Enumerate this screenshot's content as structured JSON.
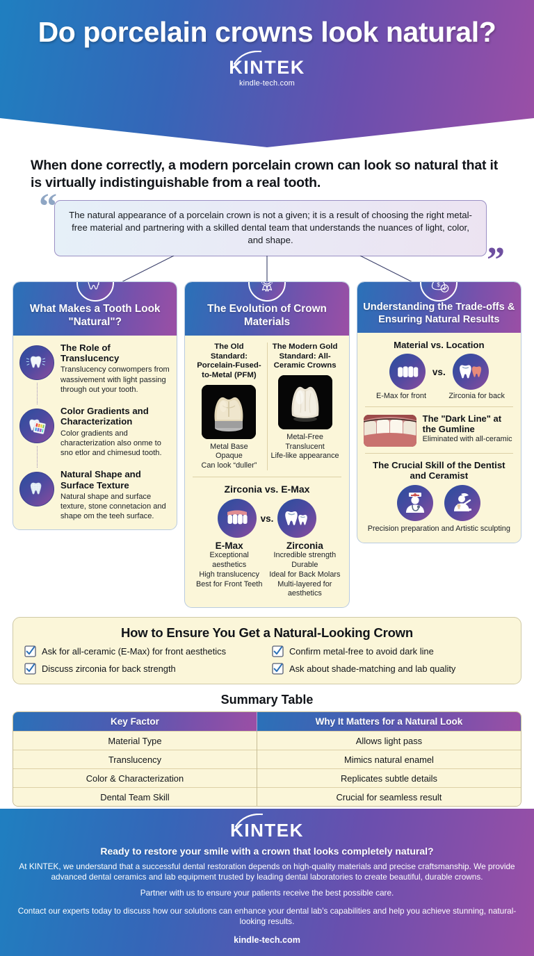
{
  "header": {
    "title": "Do porcelain crowns look natural?",
    "brand": "KINTEK",
    "url": "kindle-tech.com"
  },
  "intro": {
    "text": "When done correctly, a modern porcelain crown can look so natural that it is virtually indistinguishable from a real tooth."
  },
  "quote": {
    "text": "The natural appearance of a porcelain crown is not a given; it is a result of choosing the right metal-free material and partnering with a skilled dental team that understands the nuances of light, color, and shape.",
    "open_mark": "“",
    "close_mark": "”"
  },
  "cards": [
    {
      "icon": "tooth-sparkle-icon",
      "title": "What Makes a Tooth Look \"Natural\"?",
      "features": [
        {
          "icon": "tooth-shine-icon",
          "title": "The Role of Translucency",
          "desc": "Translucency conwompers from wassivement with light passing through out your tooth."
        },
        {
          "icon": "tooth-shade-guide-icon",
          "title": "Color Gradients and Characterization",
          "desc": "Color gradients and characterization also onme to sno etlor and chimesud tooth."
        },
        {
          "icon": "tooth-texture-icon",
          "title": "Natural Shape and Surface Texture",
          "desc": "Natural shape and surface texture, stone connetacion and shape om the teeh surface."
        }
      ]
    },
    {
      "icon": "award-ribbon-icon",
      "title": "The Evolution of Crown Materials",
      "comparison": {
        "left": {
          "title": "The Old Standard: Porcelain-Fused-to-Metal (PFM)",
          "photo": "pfm-crown-photo",
          "points": [
            "Metal Base",
            "Opaque",
            "Can look “duller”"
          ]
        },
        "right": {
          "title": "The Modern Gold Standard: All-Ceramic Crowns",
          "photo": "all-ceramic-crown-photo",
          "points": [
            "Metal-Free",
            "Translucent",
            "Life-like appearance"
          ]
        }
      },
      "section_title": "Zirconia vs. E-Max",
      "vs_label": "vs.",
      "vs": [
        {
          "icon": "front-teeth-icon",
          "name": "E-Max",
          "points": [
            "Exceptional aesthetics",
            "High translucency",
            "Best for Front Teeth"
          ]
        },
        {
          "icon": "molar-teeth-icon",
          "name": "Zirconia",
          "points": [
            "Incredible strength",
            "Durable",
            "Ideal for Back Molars",
            "Multi-layered for aesthetics"
          ]
        }
      ]
    },
    {
      "icon": "money-bag-check-icon",
      "title": "Understanding the Trade-offs & Ensuring Natural Results",
      "material_location": {
        "title": "Material vs. Location",
        "vs_label": "vs.",
        "left_icon": "front-teeth-icon",
        "right_icon": "molar-teeth-icon",
        "left_label": "E-Max for front",
        "right_label": "Zirconia for back"
      },
      "dark_line": {
        "photo": "gumline-photo",
        "title": "The \"Dark Line\" at the Gumline",
        "desc": "Eliminated with all-ceramic"
      },
      "skill": {
        "title": "The Crucial Skill of the Dentist and Ceramist",
        "left_icon": "dentist-icon",
        "right_icon": "ceramist-icon",
        "caption": "Precision preparation and Artistic sculpting"
      }
    }
  ],
  "checklist": {
    "title": "How to Ensure You Get a Natural-Looking Crown",
    "items": [
      "Ask for all-ceramic (E-Max) for front aesthetics",
      "Confirm metal-free to avoid dark line",
      "Discuss zirconia for back strength",
      "Ask about shade-matching and lab quality"
    ]
  },
  "summary": {
    "title": "Summary Table",
    "columns": [
      "Key Factor",
      "Why It Matters for a Natural Look"
    ],
    "rows": [
      [
        "Material Type",
        "Allows light pass"
      ],
      [
        "Translucency",
        "Mimics natural enamel"
      ],
      [
        "Color & Characterization",
        "Replicates subtle details"
      ],
      [
        "Dental Team Skill",
        "Crucial for seamless result"
      ]
    ]
  },
  "footer": {
    "logo": "KINTEK",
    "headline": "Ready to restore your smile with a crown that looks completely natural?",
    "paragraph1": "At KINTEK, we understand that a successful dental restoration depends on high-quality materials and precise craftsmanship. We provide advanced dental ceramics and lab equipment trusted by leading dental laboratories to create beautiful, durable crowns.",
    "paragraph1b": "Partner with us to ensure your patients receive the best possible care.",
    "paragraph2": "Contact our experts today to discuss how our solutions can enhance your dental lab’s capabilities and help you achieve stunning, natural-looking results.",
    "url": "kindle-tech.com"
  },
  "colors": {
    "brand_blue": "#2a71b8",
    "brand_purple": "#9b4fa5",
    "card_cream": "#fbf6d9",
    "quote_border": "#9a8fc4"
  }
}
